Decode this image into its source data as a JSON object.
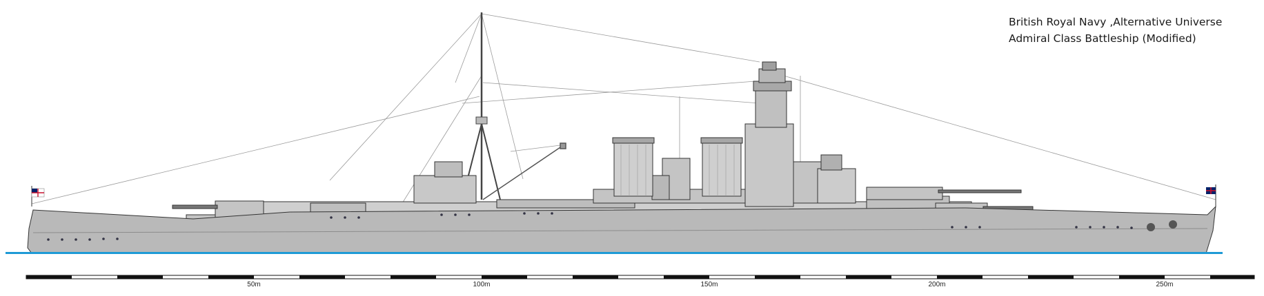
{
  "title": {
    "line1": "British Royal Navy ,Alternative Universe",
    "line2": "Admiral Class Battleship (Modified)"
  },
  "scale": {
    "unit": "m",
    "labels": [
      "50m",
      "100m",
      "150m",
      "200m",
      "250m"
    ]
  },
  "colors": {
    "hull": "#b9b9b9",
    "hull_dark": "#8c8c8c",
    "superstructure": "#cfcfcf",
    "waterline": "#1e9ad6",
    "outline": "#333333",
    "rigging": "#9a9a9a",
    "ensign_red": "#c8102e",
    "jack_blue": "#012169"
  }
}
